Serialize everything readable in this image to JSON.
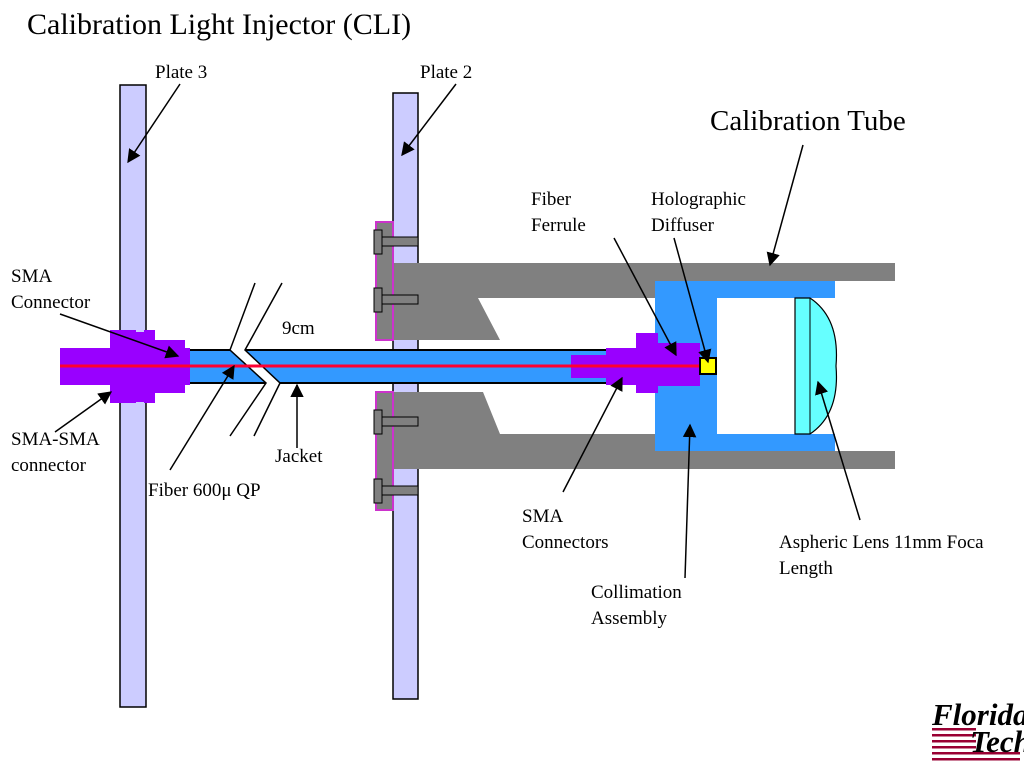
{
  "title": "Calibration Light Injector (CLI)",
  "labels": {
    "plate3": "Plate 3",
    "plate2": "Plate 2",
    "calibration_tube": "Calibration Tube",
    "fiber_ferrule_1": "Fiber",
    "fiber_ferrule_2": "Ferrule",
    "holographic_1": "Holographic",
    "holographic_2": "Diffuser",
    "sma_connector_1": "SMA",
    "sma_connector_2": "Connector",
    "distance": "9cm",
    "sma_sma_1": "SMA-SMA",
    "sma_sma_2": "connector",
    "jacket": "Jacket",
    "fiber": "Fiber 600μ QP",
    "sma_connectors_1": "SMA",
    "sma_connectors_2": "Connectors",
    "collimation_1": "Collimation",
    "collimation_2": "Assembly",
    "aspheric_1": "Aspheric Lens 11mm Foca",
    "aspheric_2": "Length"
  },
  "logo": {
    "line1": "Florida",
    "line2": "Tech"
  },
  "colors": {
    "plate": "#ccccff",
    "tube_gray": "#808080",
    "jacket_blue": "#3399ff",
    "connector_purple": "#9900ff",
    "fiber_red": "#ff0033",
    "diffuser_yellow": "#ffff00",
    "lens_cyan": "#66ffff",
    "logo_red": "#990033"
  }
}
